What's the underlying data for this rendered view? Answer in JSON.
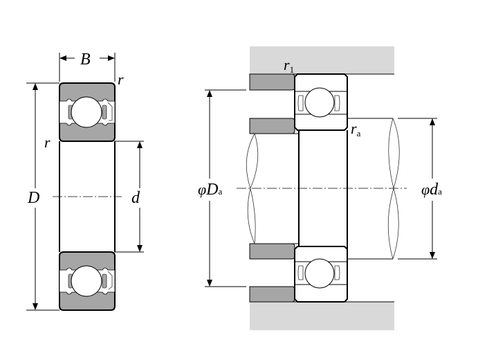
{
  "diagram": {
    "subject": "Deep groove ball bearing (shielded) dimensions and mounting",
    "left_view": {
      "labels": {
        "width": "B",
        "outer_diameter": "D",
        "bore_diameter": "d",
        "chamfer_top": "r",
        "chamfer_left": "r"
      }
    },
    "right_view": {
      "labels": {
        "housing_chamfer": "r",
        "housing_chamfer_sub": "1",
        "shaft_fillet": "r",
        "shaft_fillet_sub": "a",
        "housing_shoulder_prefix": "φ",
        "housing_shoulder": "D",
        "housing_shoulder_sub": "a",
        "shaft_shoulder_prefix": "φ",
        "shaft_shoulder": "d",
        "shaft_shoulder_sub": "a"
      }
    },
    "colors": {
      "ring_fill": "#a6a6a6",
      "housing_fill": "#d9d9d9",
      "shoulder_fill": "#a6a6a6",
      "line": "#000000",
      "background": "#ffffff"
    }
  }
}
